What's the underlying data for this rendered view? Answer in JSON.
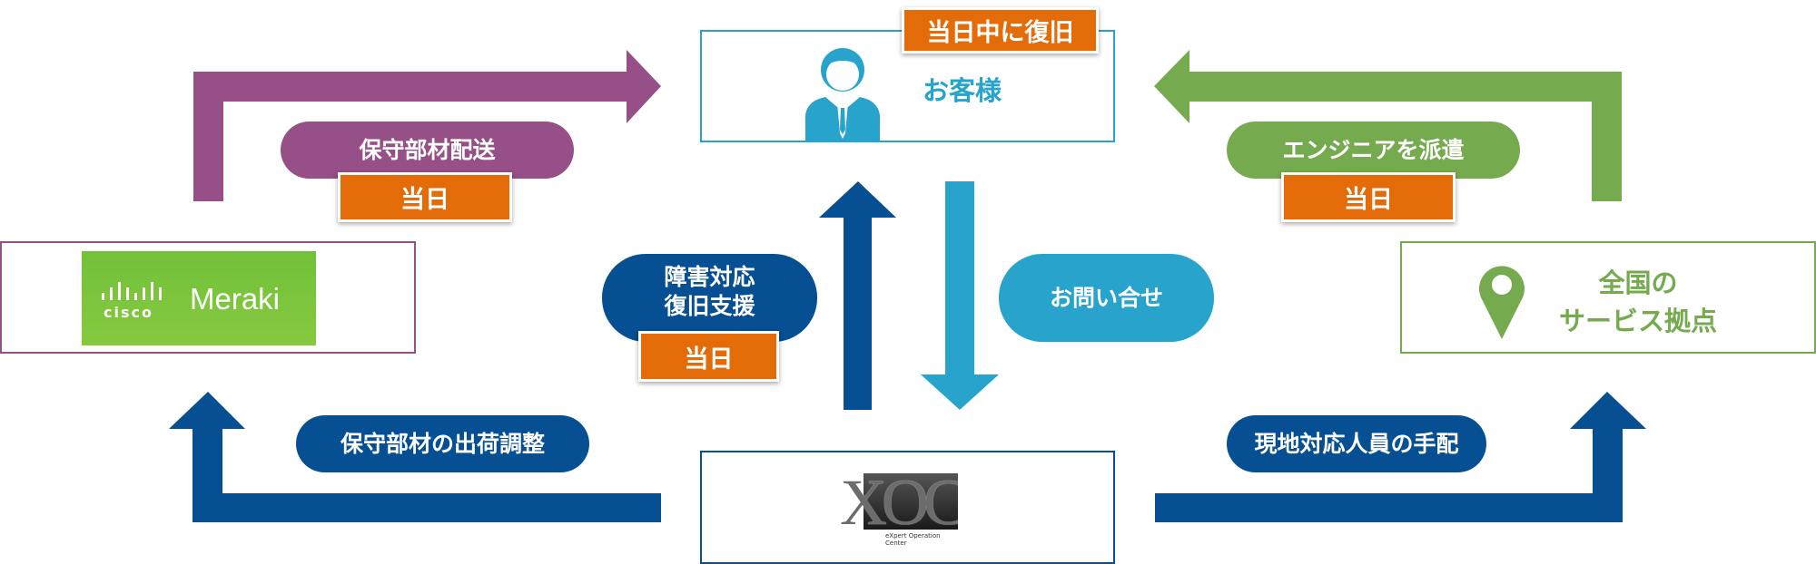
{
  "customer": {
    "label": "お客様",
    "badge": "当日中に復旧"
  },
  "meraki": {
    "cisco": "cisco",
    "brand": "Meraki"
  },
  "service_base": {
    "line1": "全国の",
    "line2": "サービス拠点"
  },
  "xoc": {
    "logo": "XOC",
    "tagline": "eXpert Operation Center"
  },
  "left_top": {
    "label": "保守部材配送",
    "badge": "当日"
  },
  "right_top": {
    "label": "エンジニアを派遣",
    "badge": "当日"
  },
  "center_left": {
    "line1": "障害対応",
    "line2": "復旧支援",
    "badge": "当日"
  },
  "center_right": {
    "label": "お問い合せ"
  },
  "left_bottom": {
    "label": "保守部材の出荷調整"
  },
  "right_bottom": {
    "label": "現地対応人員の手配"
  },
  "colors": {
    "purple": "#974f87",
    "green": "#75aa4e",
    "navy": "#054f92",
    "cyan": "#27a3cc",
    "orange": "#e36c09",
    "meraki_green": "#7cc43a"
  }
}
